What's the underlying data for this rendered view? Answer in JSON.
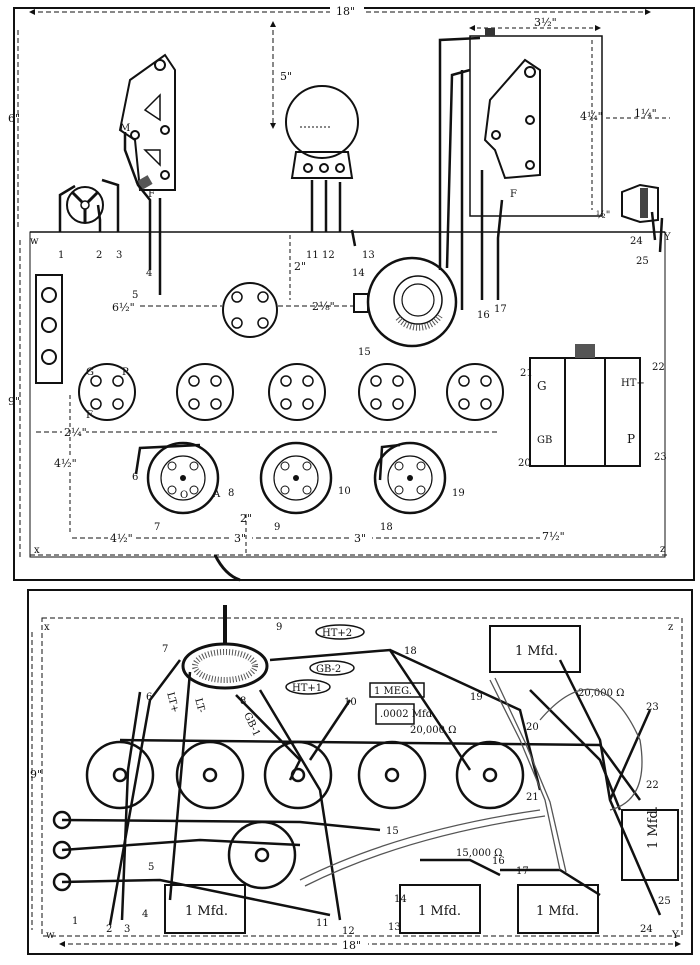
{
  "top_panel": {
    "dim_width": "18\"",
    "dim_height": "6\"",
    "dim_base_depth": "9\"",
    "dim_5": "5\"",
    "dim_3half": "3½\"",
    "dim_4quarter": "4¼\"",
    "dim_1quarter": "1¼\"",
    "dim_2": "2\"",
    "dim_6half": "6½\"",
    "dim_2eighth": "2⅛\"",
    "dim_2quarter": "2¼\"",
    "dim_4half_left": "4½\"",
    "dim_4half_bottom": "4½\"",
    "dim_3": "3\"",
    "dim_3b": "3\"",
    "dim_7half": "7½\"",
    "dim_2v": "2\"",
    "dim_half": "½\"",
    "corner_w": "w",
    "corner_x": "x",
    "corner_y": "Y",
    "corner_z": "z",
    "coil_label_m": "M",
    "coil_label_f1": "F",
    "coil_label_f2": "F",
    "terminals": {
      "t1": "1",
      "t2": "2",
      "t3": "3",
      "t4": "4",
      "t5": "5",
      "t6": "6",
      "t7": "7",
      "t8": "8",
      "t9": "9",
      "t10": "10",
      "t11": "11",
      "t12": "12",
      "t13": "13",
      "t14": "14",
      "t15": "15",
      "t16": "16",
      "t17": "17",
      "t18": "18",
      "t19": "19",
      "t20": "20",
      "t21": "21",
      "t22": "22",
      "t23": "23",
      "t24": "24",
      "t25": "25"
    },
    "transformer": {
      "g": "G",
      "p": "P",
      "gb": "GB",
      "ht": "HT+"
    },
    "socket_pins": {
      "g": "G",
      "p": "P",
      "f": "F",
      "a": "A",
      "o": "O"
    }
  },
  "bottom_panel": {
    "dim_width": "18\"",
    "dim_depth": "9\"",
    "corner_x": "x",
    "corner_z": "z",
    "corner_w": "w",
    "corner_y": "Y",
    "cap_top": "1 Mfd.",
    "cap_right": "1 Mfd.",
    "cap_b1": "1 Mfd.",
    "cap_b2": "1 Mfd.",
    "cap_b3": "1 Mfd.",
    "res_1meg": "1 MEG.",
    "cap_0002": ".0002 Mfd.",
    "res_20000a": "20,000 Ω",
    "res_20000b": "20,000 Ω",
    "res_15000": "15,000 Ω",
    "lead_ht2": "HT+2",
    "lead_gb2": "GB-2",
    "lead_ht1": "HT+1",
    "lead_gb1": "GB-1",
    "lead_lt1": "LT+",
    "lead_lt2": "LT-",
    "terminals": {
      "t1": "1",
      "t2": "2",
      "t3": "3",
      "t4": "4",
      "t5": "5",
      "t6": "6",
      "t7": "7",
      "t8": "8",
      "t9": "9",
      "t10": "10",
      "t11": "11",
      "t12": "12",
      "t13": "13",
      "t14": "14",
      "t15": "15",
      "t16": "16",
      "t17": "17",
      "t18": "18",
      "t19": "19",
      "t20": "20",
      "t21": "21",
      "t22": "22",
      "t23": "23",
      "t24": "24",
      "t25": "25"
    }
  }
}
